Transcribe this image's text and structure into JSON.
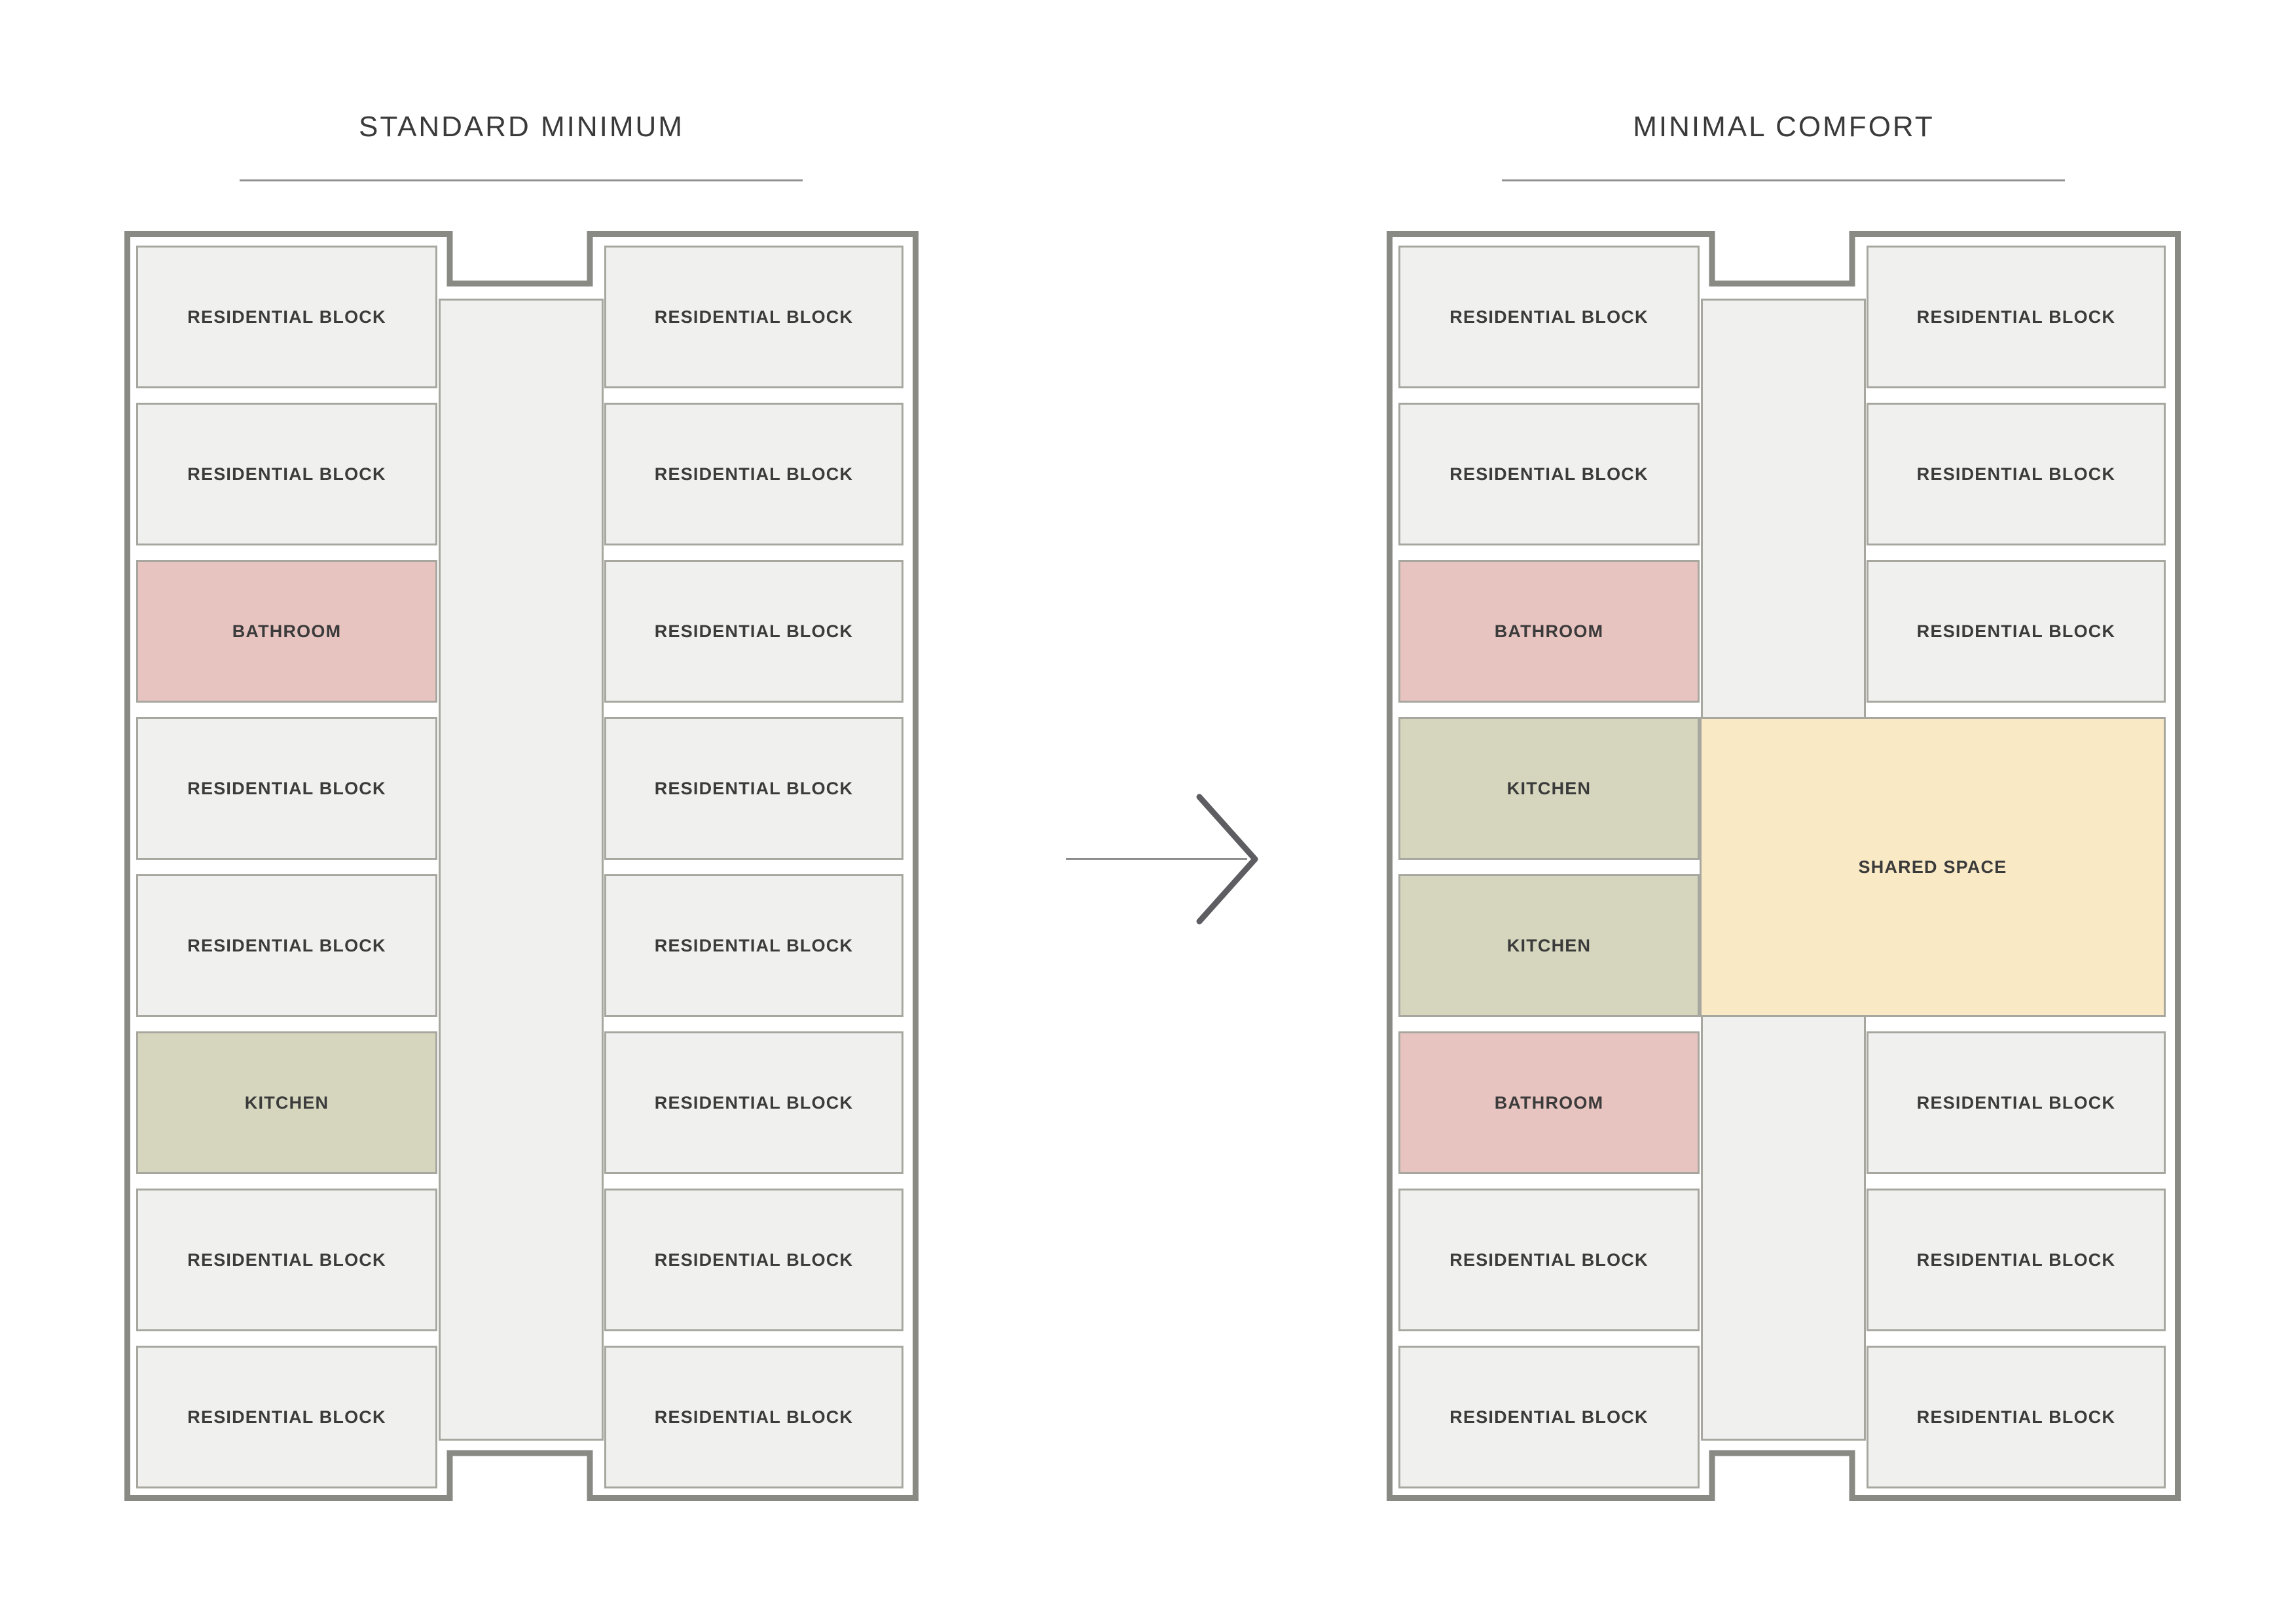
{
  "diagram": {
    "type": "floor-plan-comparison",
    "arrow_icon": "right-arrow-icon"
  },
  "colors": {
    "residential_fill": "#f0f0ee",
    "bathroom_fill": "#e8c4c0",
    "kitchen_fill": "#d5d6bd",
    "shared_fill": "#f9e9c5",
    "room_border": "#a7a7a0",
    "outer_wall": "#8a8a84",
    "corridor_fill": "#f0f0ee",
    "label_text": "#3b3b3b",
    "title_text": "#3a3a3a",
    "title_underline": "#909090",
    "arrow_line": "#8c8c8c",
    "arrow_head": "#5d5d62"
  },
  "plans": [
    {
      "title": "STANDARD MINIMUM",
      "rooms": [
        {
          "col": "left",
          "row": 1,
          "type": "residential",
          "label": "RESIDENTIAL BLOCK"
        },
        {
          "col": "left",
          "row": 2,
          "type": "residential",
          "label": "RESIDENTIAL BLOCK"
        },
        {
          "col": "left",
          "row": 3,
          "type": "bathroom",
          "label": "BATHROOM"
        },
        {
          "col": "left",
          "row": 4,
          "type": "residential",
          "label": "RESIDENTIAL BLOCK"
        },
        {
          "col": "left",
          "row": 5,
          "type": "residential",
          "label": "RESIDENTIAL BLOCK"
        },
        {
          "col": "left",
          "row": 6,
          "type": "kitchen",
          "label": "KITCHEN"
        },
        {
          "col": "left",
          "row": 7,
          "type": "residential",
          "label": "RESIDENTIAL BLOCK"
        },
        {
          "col": "left",
          "row": 8,
          "type": "residential",
          "label": "RESIDENTIAL BLOCK"
        },
        {
          "col": "right",
          "row": 1,
          "type": "residential",
          "label": "RESIDENTIAL BLOCK"
        },
        {
          "col": "right",
          "row": 2,
          "type": "residential",
          "label": "RESIDENTIAL BLOCK"
        },
        {
          "col": "right",
          "row": 3,
          "type": "residential",
          "label": "RESIDENTIAL BLOCK"
        },
        {
          "col": "right",
          "row": 4,
          "type": "residential",
          "label": "RESIDENTIAL BLOCK"
        },
        {
          "col": "right",
          "row": 5,
          "type": "residential",
          "label": "RESIDENTIAL BLOCK"
        },
        {
          "col": "right",
          "row": 6,
          "type": "residential",
          "label": "RESIDENTIAL BLOCK"
        },
        {
          "col": "right",
          "row": 7,
          "type": "residential",
          "label": "RESIDENTIAL BLOCK"
        },
        {
          "col": "right",
          "row": 8,
          "type": "residential",
          "label": "RESIDENTIAL BLOCK"
        }
      ]
    },
    {
      "title": "MINIMAL COMFORT",
      "rooms": [
        {
          "col": "left",
          "row": 1,
          "type": "residential",
          "label": "RESIDENTIAL BLOCK"
        },
        {
          "col": "left",
          "row": 2,
          "type": "residential",
          "label": "RESIDENTIAL BLOCK"
        },
        {
          "col": "left",
          "row": 3,
          "type": "bathroom",
          "label": "BATHROOM"
        },
        {
          "col": "left",
          "row": 4,
          "type": "kitchen",
          "label": "KITCHEN"
        },
        {
          "col": "left",
          "row": 5,
          "type": "kitchen",
          "label": "KITCHEN"
        },
        {
          "col": "left",
          "row": 6,
          "type": "bathroom",
          "label": "BATHROOM"
        },
        {
          "col": "left",
          "row": 7,
          "type": "residential",
          "label": "RESIDENTIAL BLOCK"
        },
        {
          "col": "left",
          "row": 8,
          "type": "residential",
          "label": "RESIDENTIAL BLOCK"
        },
        {
          "col": "right",
          "row": 1,
          "type": "residential",
          "label": "RESIDENTIAL BLOCK"
        },
        {
          "col": "right",
          "row": 2,
          "type": "residential",
          "label": "RESIDENTIAL BLOCK"
        },
        {
          "col": "right",
          "row": 3,
          "type": "residential",
          "label": "RESIDENTIAL BLOCK"
        },
        {
          "col": "right",
          "row": 6,
          "type": "residential",
          "label": "RESIDENTIAL BLOCK"
        },
        {
          "col": "right",
          "row": 7,
          "type": "residential",
          "label": "RESIDENTIAL BLOCK"
        },
        {
          "col": "right",
          "row": 8,
          "type": "residential",
          "label": "RESIDENTIAL BLOCK"
        }
      ],
      "shared_space": {
        "type": "shared",
        "label": "SHARED SPACE",
        "row_start": 4,
        "row_end": 5
      }
    }
  ]
}
